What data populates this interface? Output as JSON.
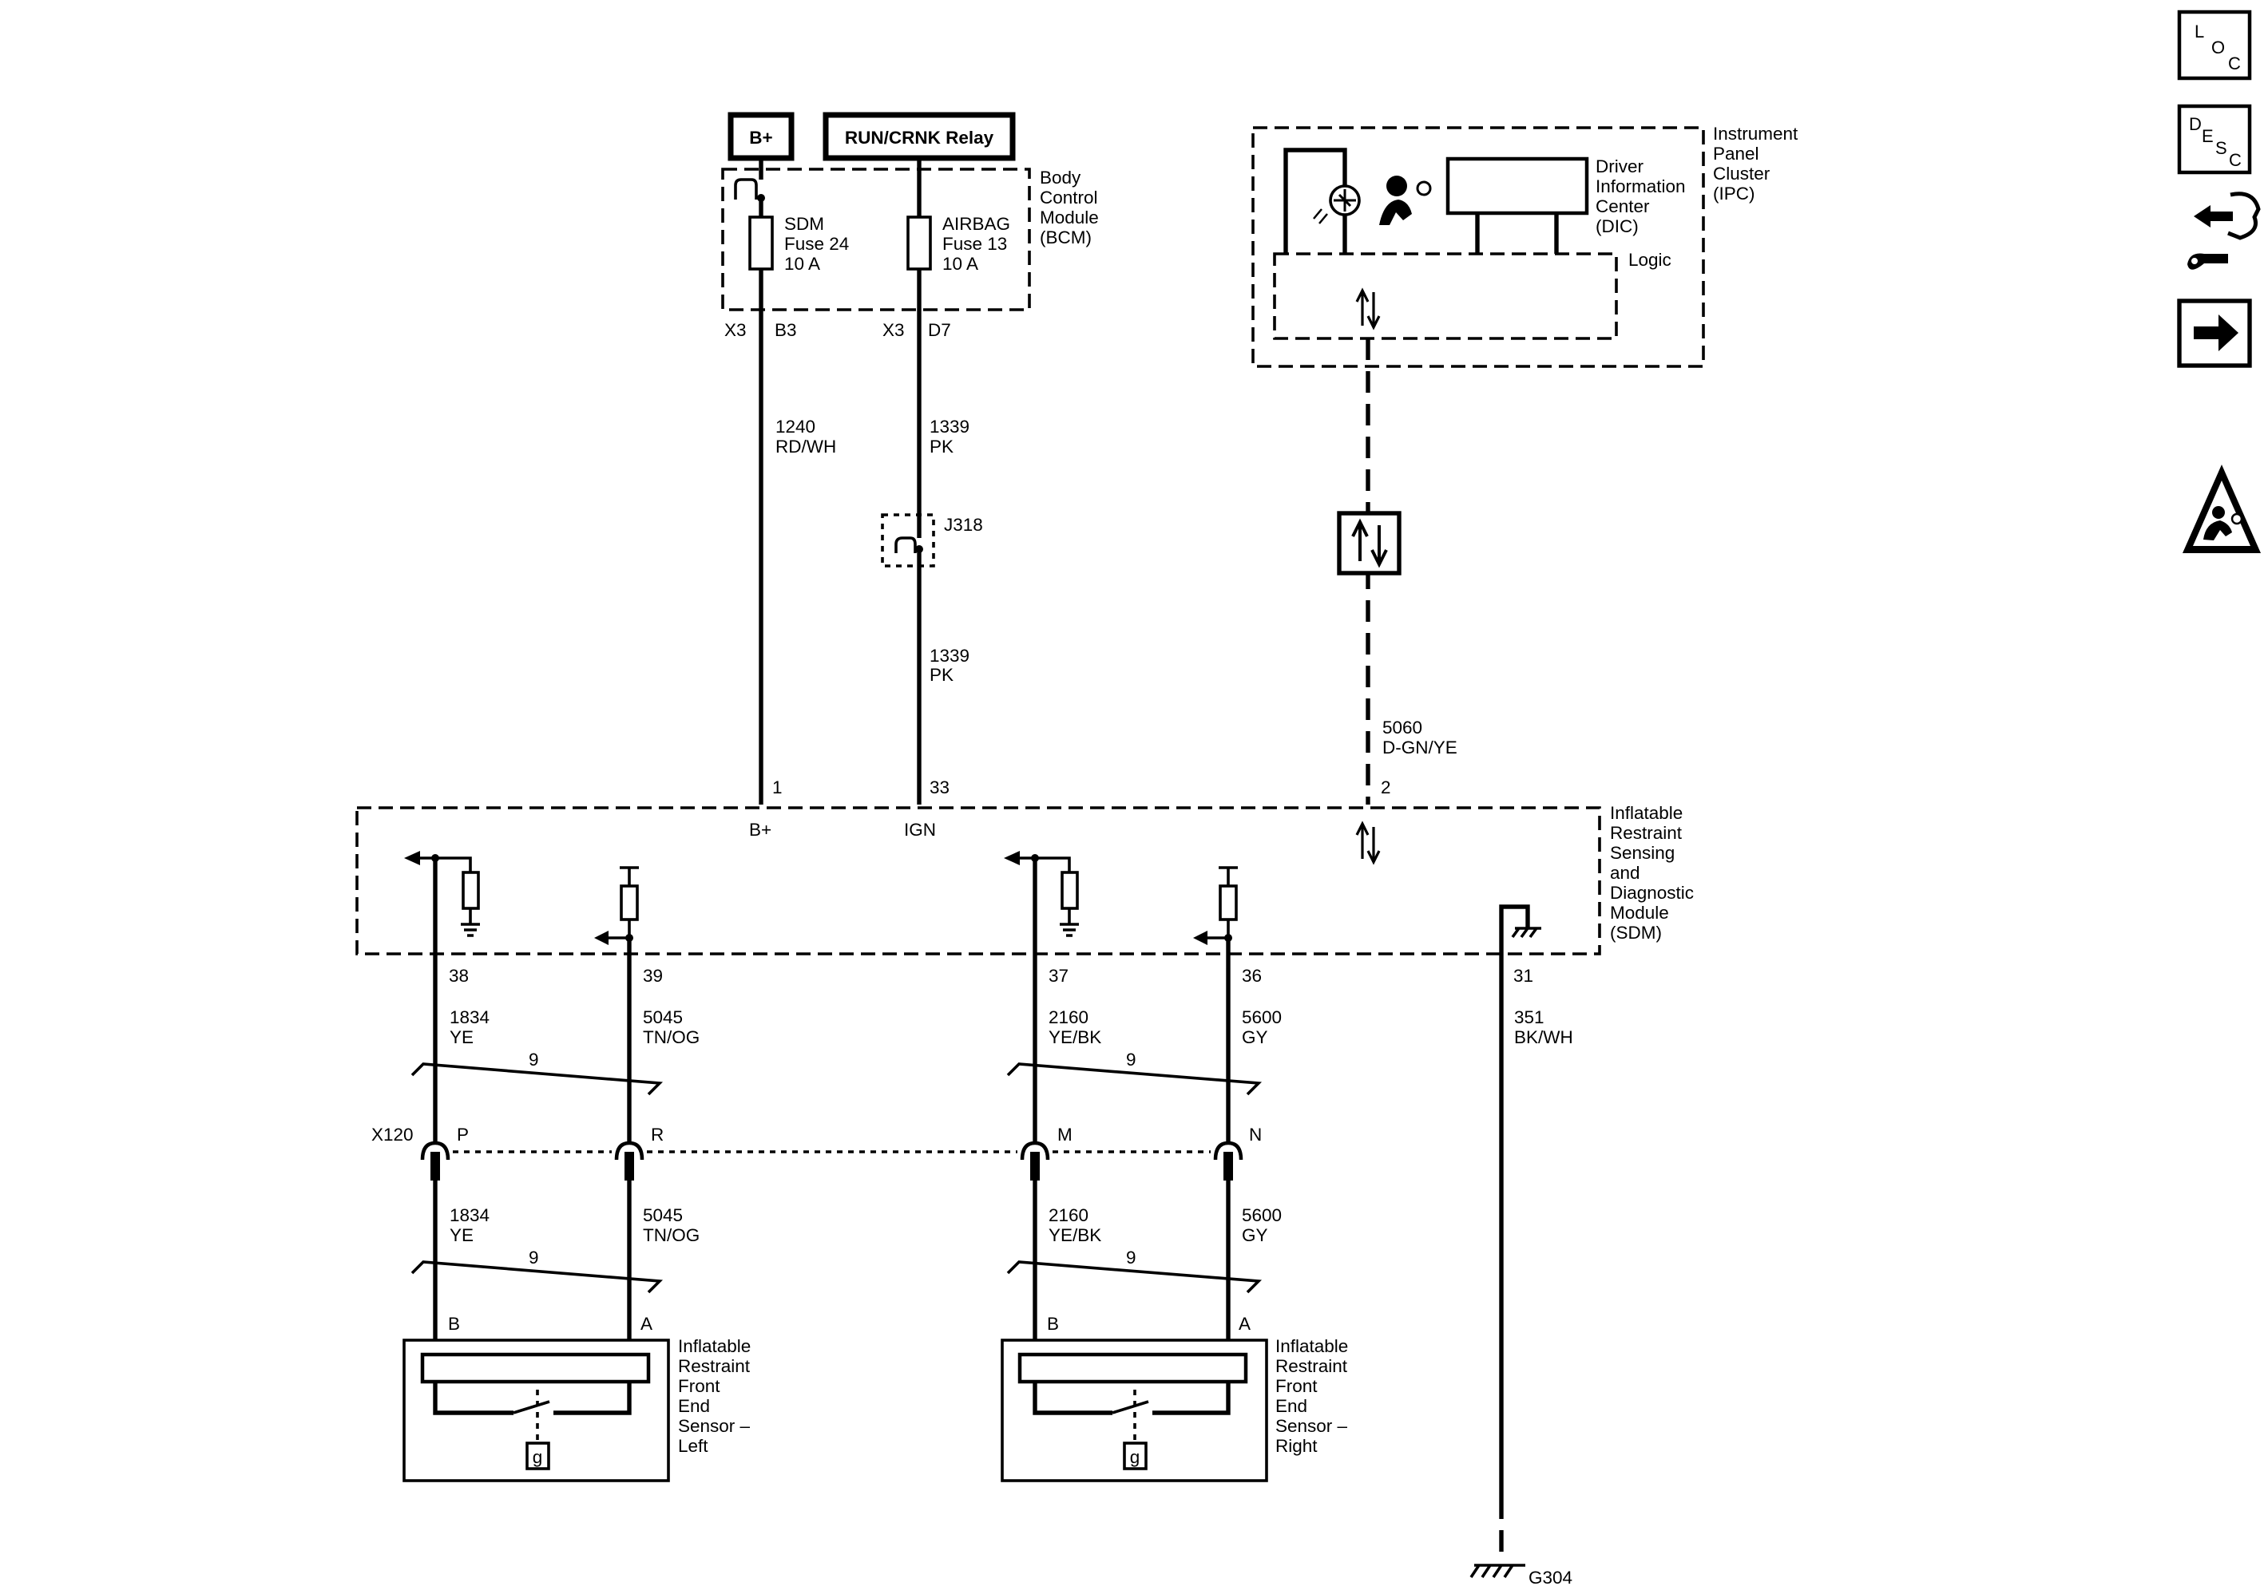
{
  "sources": {
    "battery": "B+",
    "relay": "RUN/CRNK Relay"
  },
  "bcm": {
    "name_lines": [
      "Body",
      "Control",
      "Module",
      "(BCM)"
    ],
    "fuse_sdm": [
      "SDM",
      "Fuse 24",
      "10 A"
    ],
    "fuse_airbag": [
      "AIRBAG",
      "Fuse 13",
      "10 A"
    ],
    "pin_b3_conn": "X3",
    "pin_b3": "B3",
    "pin_d7_conn": "X3",
    "pin_d7": "D7"
  },
  "ipc": {
    "name_lines": [
      "Instrument",
      "Panel",
      "Cluster",
      "(IPC)"
    ],
    "dic_lines": [
      "Driver",
      "Information",
      "Center",
      "(DIC)"
    ],
    "logic": "Logic"
  },
  "wires": {
    "w1240": [
      "1240",
      "RD/WH"
    ],
    "w1339a": [
      "1339",
      "PK"
    ],
    "w1339b": [
      "1339",
      "PK"
    ],
    "splice": "J318",
    "w5060": [
      "5060",
      "D-GN/YE"
    ],
    "w1834a": [
      "1834",
      "YE"
    ],
    "w5045a": [
      "5045",
      "TN/OG"
    ],
    "w2160a": [
      "2160",
      "YE/BK"
    ],
    "w5600a": [
      "5600",
      "GY"
    ],
    "w351": [
      "351",
      "BK/WH"
    ],
    "w1834b": [
      "1834",
      "YE"
    ],
    "w5045b": [
      "5045",
      "TN/OG"
    ],
    "w2160b": [
      "2160",
      "YE/BK"
    ],
    "w5600b": [
      "5600",
      "GY"
    ],
    "twist": [
      "9",
      "9",
      "9",
      "9"
    ]
  },
  "sdm": {
    "name_lines": [
      "Inflatable",
      "Restraint",
      "Sensing",
      "and",
      "Diagnostic",
      "Module",
      "(SDM)"
    ],
    "pin_1": "1",
    "pin_33": "33",
    "pin_2": "2",
    "label_bplus": "B+",
    "label_ign": "IGN",
    "pin_38": "38",
    "pin_39": "39",
    "pin_37": "37",
    "pin_36": "36",
    "pin_31": "31"
  },
  "connector": {
    "name": "X120",
    "pins": [
      "P",
      "R",
      "M",
      "N"
    ]
  },
  "sensor_left": {
    "pins": [
      "B",
      "A"
    ],
    "name_lines": [
      "Inflatable",
      "Restraint",
      "Front",
      "End",
      "Sensor –",
      "Left"
    ],
    "g_label": "g"
  },
  "sensor_right": {
    "pins": [
      "B",
      "A"
    ],
    "name_lines": [
      "Inflatable",
      "Restraint",
      "Front",
      "End",
      "Sensor –",
      "Right"
    ],
    "g_label": "g"
  },
  "ground": {
    "name": "G304"
  },
  "nav": {
    "loc": [
      "L",
      "O",
      "C"
    ],
    "desc": [
      "D",
      "E",
      "S",
      "C"
    ]
  },
  "icons": [
    "loc-icon",
    "desc-icon",
    "connector-end-view-icon",
    "next-arrow-icon",
    "airbag-warning-icon",
    "airbag-indicator-icon",
    "data-communication-icon"
  ],
  "colors": {
    "ink": "#000000",
    "paper": "#ffffff"
  }
}
